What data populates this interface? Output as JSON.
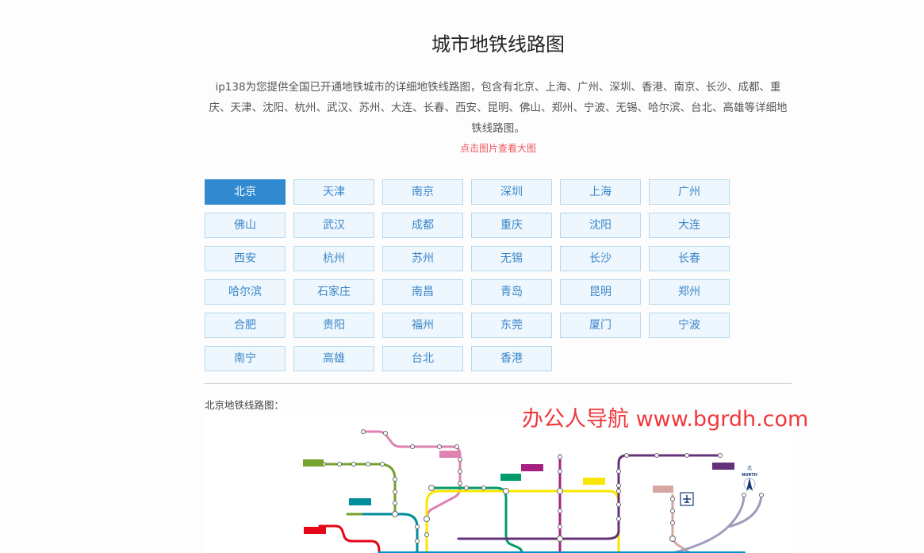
{
  "header": {
    "title": "城市地铁线路图"
  },
  "intro": {
    "text": "ip138为您提供全国已开通地铁城市的详细地铁线路图，包含有北京、上海、广州、深圳、香港、南京、长沙、成都、重庆、天津、沈阳、杭州、武汉、苏州、大连、长春、西安、昆明、佛山、郑州、宁波、无锡、哈尔滨、台北、高雄等详细地铁线路图。",
    "hint": "点击图片查看大图"
  },
  "cities": [
    {
      "label": "北京",
      "active": true
    },
    {
      "label": "天津"
    },
    {
      "label": "南京"
    },
    {
      "label": "深圳"
    },
    {
      "label": "上海"
    },
    {
      "label": "广州"
    },
    {
      "label": "佛山"
    },
    {
      "label": "武汉"
    },
    {
      "label": "成都"
    },
    {
      "label": "重庆"
    },
    {
      "label": "沈阳"
    },
    {
      "label": "大连"
    },
    {
      "label": "西安"
    },
    {
      "label": "杭州"
    },
    {
      "label": "苏州"
    },
    {
      "label": "无锡"
    },
    {
      "label": "长沙"
    },
    {
      "label": "长春"
    },
    {
      "label": "哈尔滨"
    },
    {
      "label": "石家庄"
    },
    {
      "label": "南昌"
    },
    {
      "label": "青岛"
    },
    {
      "label": "昆明"
    },
    {
      "label": "郑州"
    },
    {
      "label": "合肥"
    },
    {
      "label": "贵阳"
    },
    {
      "label": "福州"
    },
    {
      "label": "东莞"
    },
    {
      "label": "厦门"
    },
    {
      "label": "宁波"
    },
    {
      "label": "南宁"
    },
    {
      "label": "高雄"
    },
    {
      "label": "台北"
    },
    {
      "label": "香港"
    }
  ],
  "map": {
    "label": "北京地铁线路图：",
    "north_cn": "北",
    "north_en": "NORTH",
    "line_colors": {
      "changping": "#de82b2",
      "line16": "#76a32e",
      "line4": "#008e9c",
      "fangshan": "#e40077",
      "line1": "#c23a30",
      "line2": "#006098",
      "line5": "#a6217f",
      "line6": "#d29700",
      "line8": "#009b6b",
      "line10": "#0092c7",
      "line13": "#f9e700",
      "line14": "#d5a7a1",
      "line15": "#653279",
      "airport": "#a29bbb",
      "yanfang": "#e50619"
    }
  },
  "watermark": {
    "text": "办公人导航 www.bgrdh.com"
  }
}
